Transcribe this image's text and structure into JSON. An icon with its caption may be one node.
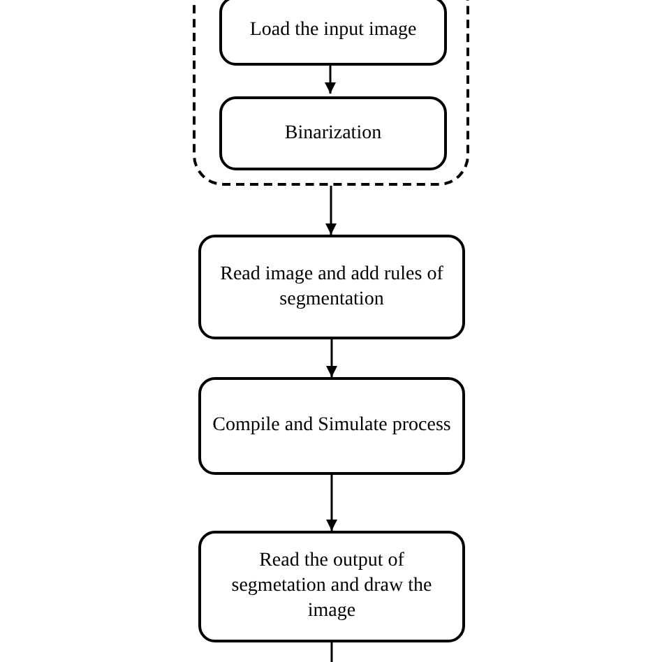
{
  "diagram": {
    "nodes": [
      {
        "text": [],
        "shape": "box"
      },
      {
        "text": [
          "Load the input image"
        ],
        "in": 0
      },
      {
        "text": [
          "Binarization"
        ],
        "in": 0
      },
      {
        "text": [
          "Read image and  add rules of segmentation"
        ]
      },
      {
        "text": [
          "Compile and Simulate process"
        ]
      },
      {
        "text": [
          "Read the output of segmetation and draw the image"
        ]
      }
    ],
    "edges": [
      {
        "from": 1,
        "to": 2,
        "arrow": "to"
      },
      {
        "from": 0,
        "to": 3,
        "arrow": "to"
      },
      {
        "from": 3,
        "to": 4,
        "arrow": "to"
      },
      {
        "from": 4,
        "to": 5,
        "arrow": "to"
      },
      {
        "from": 5,
        "to": null,
        "arrow": "none"
      }
    ]
  }
}
